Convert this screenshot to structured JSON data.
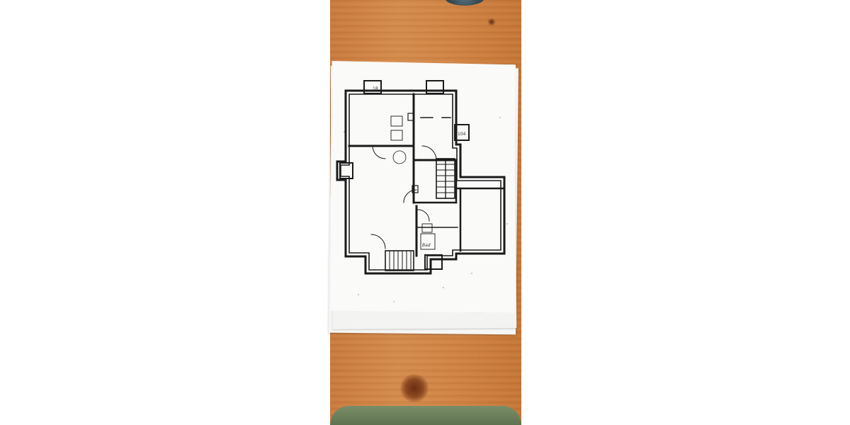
{
  "photo": {
    "subject": "floor-plan-printout-on-wooden-table",
    "colors": {
      "wood": "#cc7f41",
      "paper": "#fafaf8",
      "ink": "#1a1a1a",
      "green_object": "#6b7f5c"
    }
  },
  "plan": {
    "chimney_labels": [
      "18",
      "104"
    ],
    "room_label": "Bad"
  }
}
